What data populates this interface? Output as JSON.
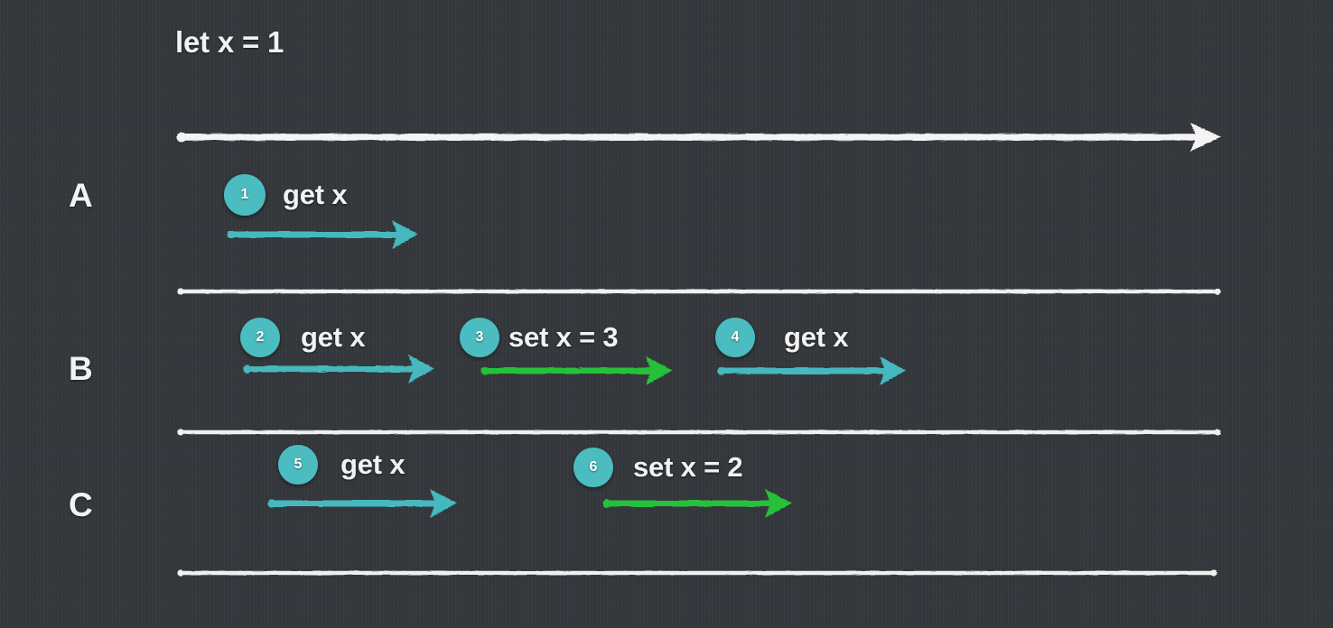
{
  "diagram": {
    "title": "let x = 1",
    "background_color": "#33373b",
    "colors": {
      "timeline": "#f4f4f4",
      "get": "#45b9be",
      "set": "#25c13a",
      "badge": "#4cbcc0",
      "text": "#f2f2f2"
    },
    "rows": [
      {
        "label": "A",
        "operations": [
          {
            "number": "1",
            "label": "get x",
            "kind": "get"
          }
        ]
      },
      {
        "label": "B",
        "operations": [
          {
            "number": "2",
            "label": "get x",
            "kind": "get"
          },
          {
            "number": "3",
            "label": "set x = 3",
            "kind": "set"
          },
          {
            "number": "4",
            "label": "get x",
            "kind": "get"
          }
        ]
      },
      {
        "label": "C",
        "operations": [
          {
            "number": "5",
            "label": "get x",
            "kind": "get"
          },
          {
            "number": "6",
            "label": "set x = 2",
            "kind": "set"
          }
        ]
      }
    ],
    "main_timeline": {
      "name": "time-axis",
      "has_arrowhead": true
    },
    "separators": 3
  }
}
